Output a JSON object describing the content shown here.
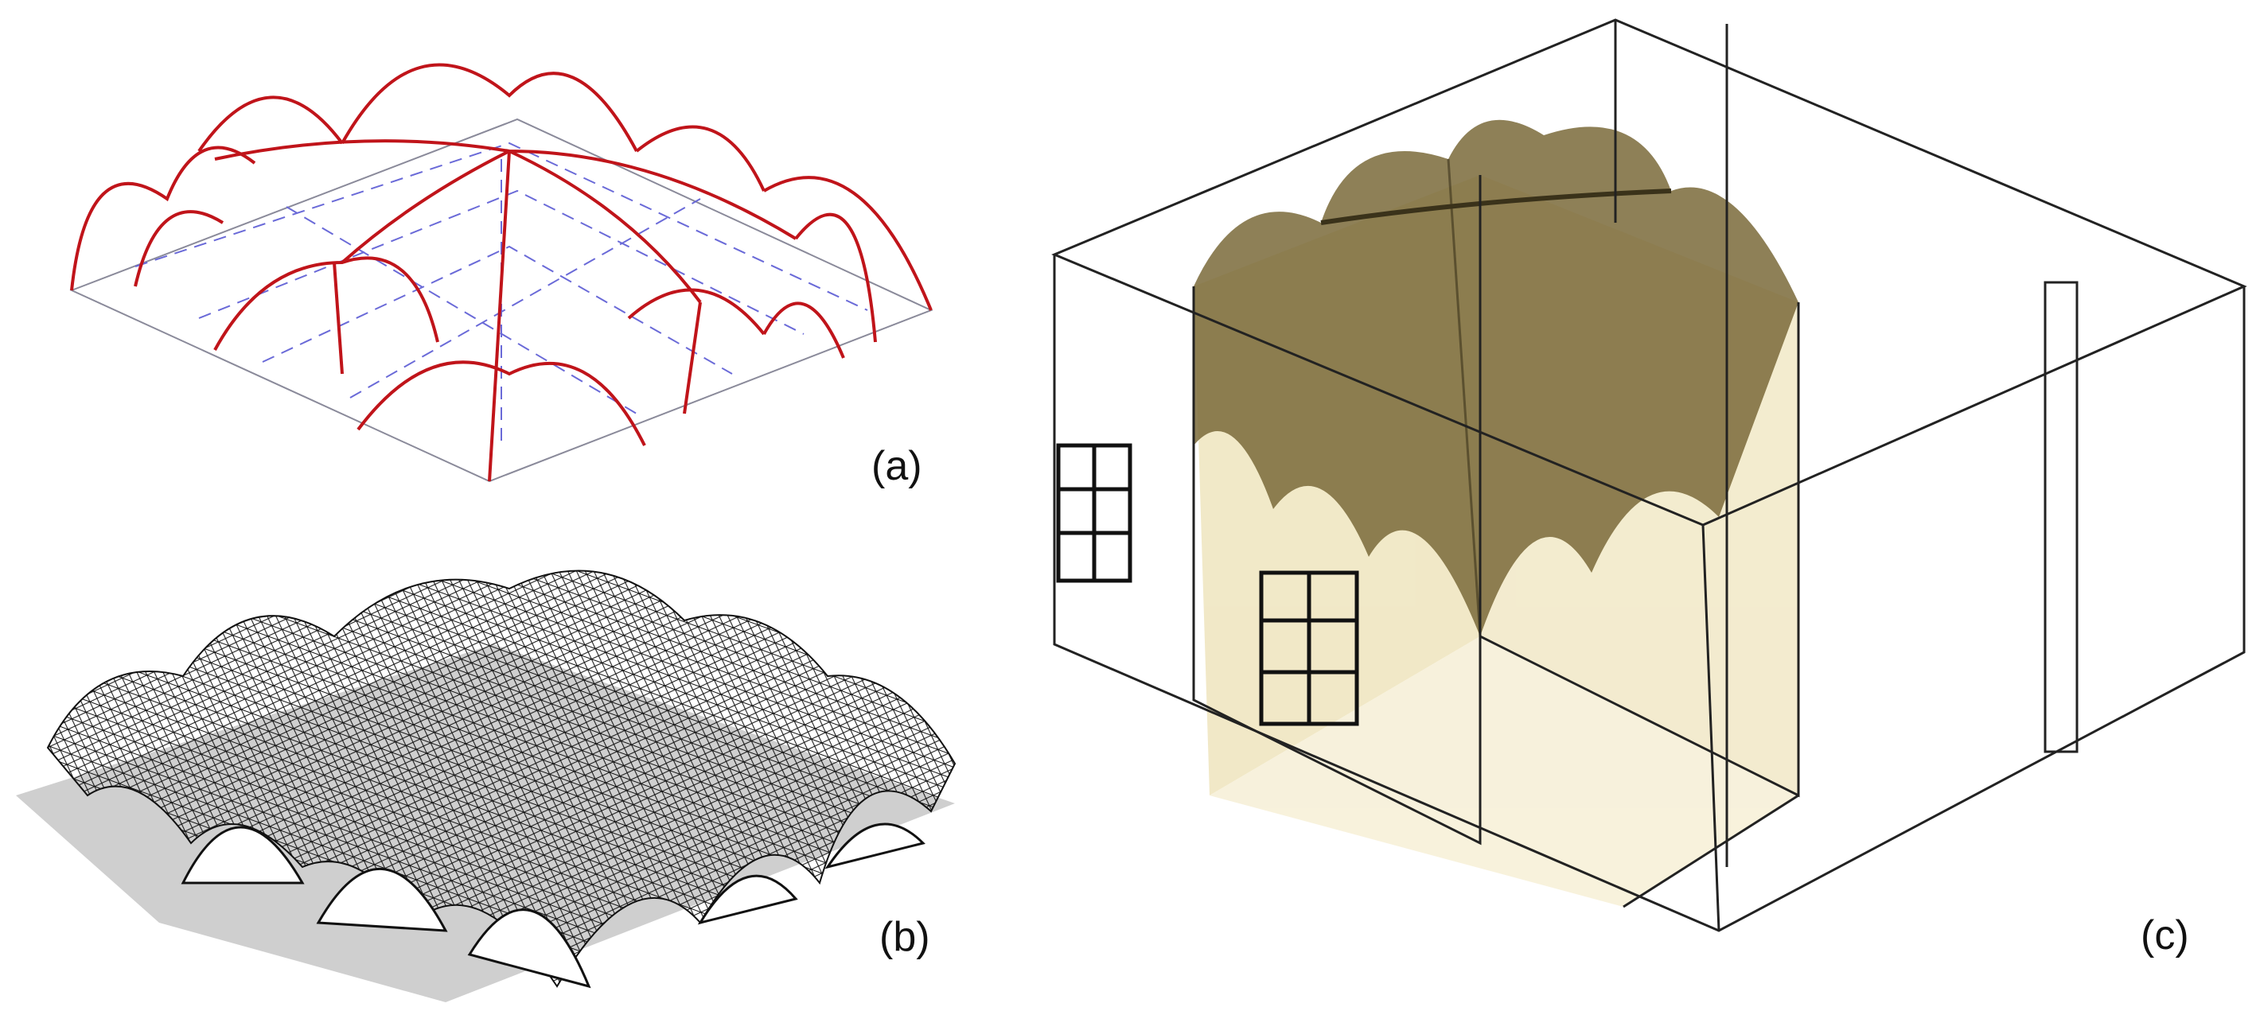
{
  "figure": {
    "panels": [
      {
        "id": "a",
        "label": "(a)",
        "line_color": "#c0141a",
        "guide_color": "#6a6ad8"
      },
      {
        "id": "b",
        "label": "(b)",
        "mesh_color": "#111111",
        "shadow_color": "#cfcfcf"
      },
      {
        "id": "c",
        "label": "(c)",
        "frame_color": "#222222",
        "vault_color": "#7a6a3a",
        "wall_tint": "#e6d79a"
      }
    ]
  }
}
